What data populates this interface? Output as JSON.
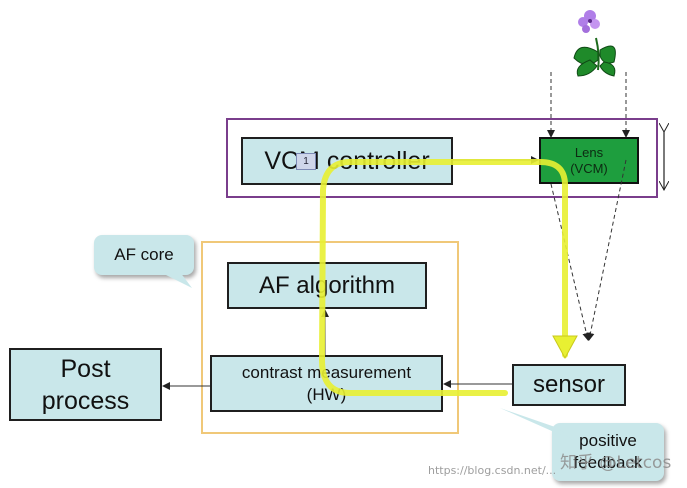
{
  "vcm_controller": "VCM controller",
  "lens": {
    "line1": "Lens",
    "line2": "(VCM)"
  },
  "af_core": "AF core",
  "af_algorithm": "AF algorithm",
  "contrast": {
    "line1": "contrast measurement",
    "line2": "(HW)"
  },
  "post_process": {
    "line1": "Post",
    "line2": "process"
  },
  "sensor": "sensor",
  "feedback": {
    "line1": "positive",
    "line2": "feedback"
  },
  "step_badge": "1",
  "watermark": {
    "site": "知乎 @Letcos",
    "url": "https://blog.csdn.net/..."
  },
  "colors": {
    "box_fill": "#c9e7ea",
    "lens_fill": "#1e9e3e",
    "vcm_frame": "#7a3e8c",
    "af_frame": "#f0c878",
    "loop": "#e8f032"
  }
}
